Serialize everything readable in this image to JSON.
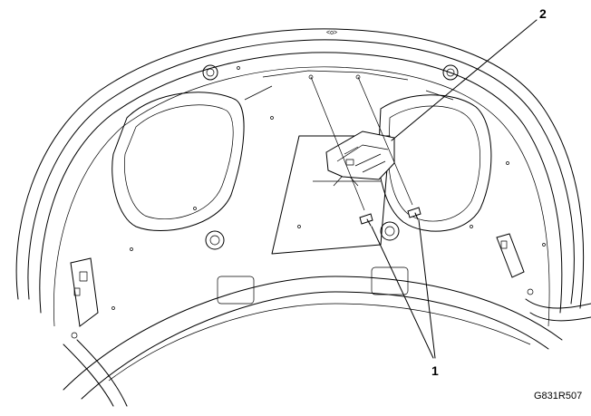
{
  "figure": {
    "callouts": [
      "1",
      "2"
    ],
    "figure_id": "G831R507"
  }
}
